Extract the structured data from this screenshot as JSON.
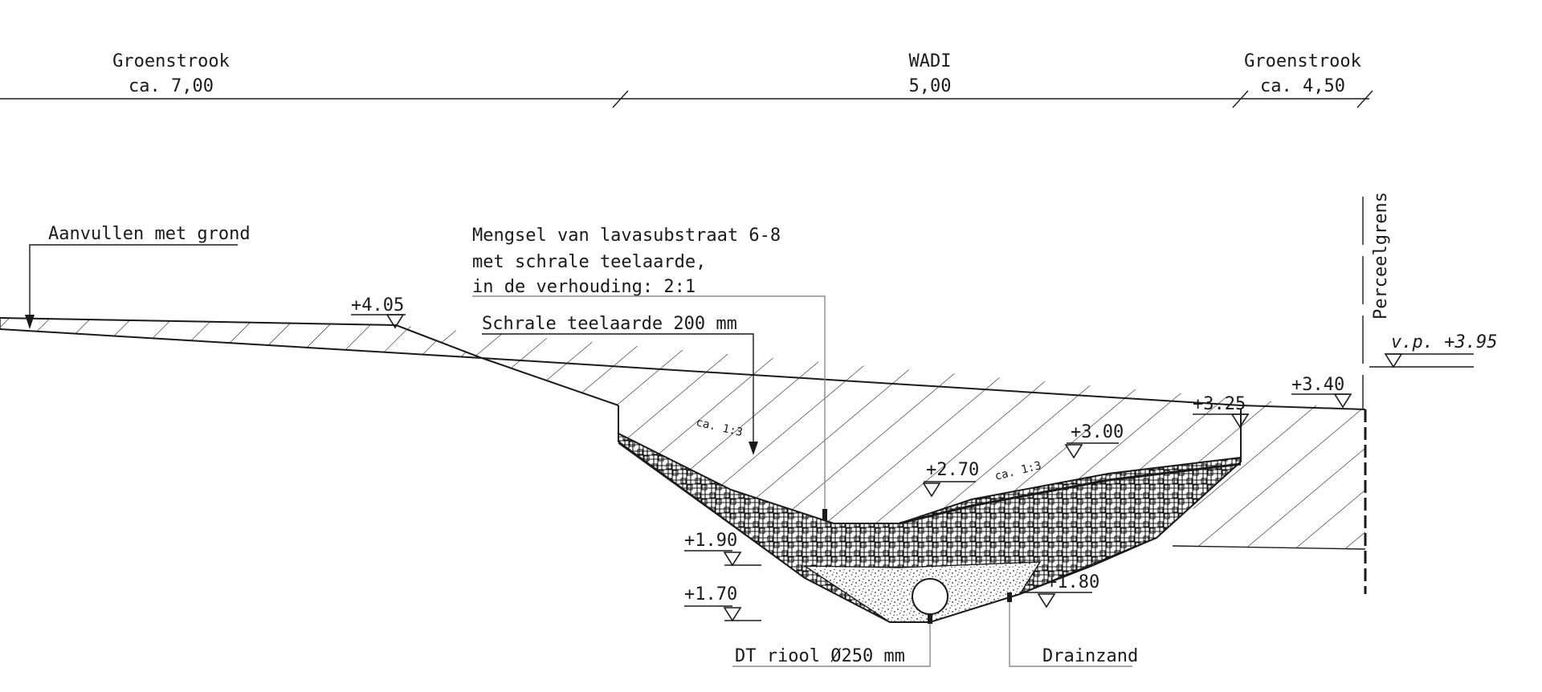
{
  "dimension_line": {
    "left": {
      "name": "Groenstrook",
      "value": "ca. 7,00"
    },
    "middle": {
      "name": "WADI",
      "value": "5,00"
    },
    "right": {
      "name": "Groenstrook",
      "value": "ca. 4,50"
    }
  },
  "annotations": {
    "fill_with_soil": "Aanvullen met grond",
    "mixture_line1": "Mengsel van lavasubstraat 6-8",
    "mixture_line2": "met schrale teelaarde,",
    "mixture_line3": "in de verhouding: 2:1",
    "topsoil": "Schrale teelaarde 200 mm",
    "property_boundary": "Perceelgrens",
    "sewer_pipe": "DT riool Ø250 mm",
    "drain_sand": "Drainzand",
    "slope_left": "ca. 1:3",
    "slope_right": "ca. 1:3"
  },
  "levels": {
    "l405": "+4.05",
    "vp": "v.p. +3.95",
    "l340": "+3.40",
    "l325": "+3.25",
    "l300": "+3.00",
    "l270": "+2.70",
    "l190": "+1.90",
    "l180": "+1.80",
    "l170": "+1.70"
  },
  "colors": {
    "ink": "#1a1a1a",
    "leader": "#8a8a8a",
    "background": "#ffffff"
  }
}
